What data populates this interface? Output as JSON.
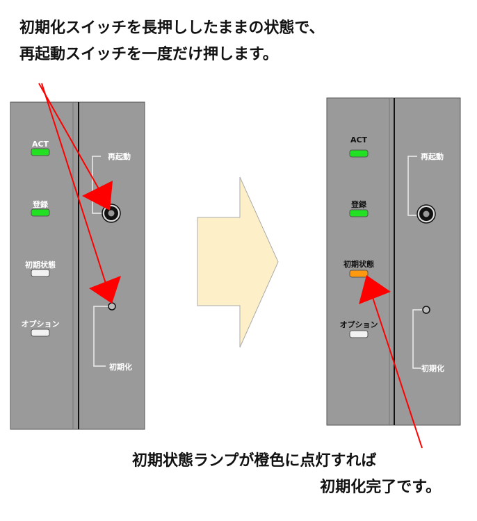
{
  "instructions": {
    "line1": "初期化スイッチを長押ししたままの状態で、",
    "line2": "再起動スイッチを一度だけ押します。"
  },
  "result": {
    "line1": "初期状態ランプが橙色に点灯すれば",
    "line2": "初期化完了です。"
  },
  "panel": {
    "leds": [
      "ACT",
      "登録",
      "初期状態",
      "オプション"
    ],
    "reboot_label": "再起動",
    "init_label": "初期化"
  },
  "colors": {
    "panel": "#9a9a9a",
    "led_green": "#22e022",
    "led_off": "#f2f2f2",
    "led_orange": "#ff9a10",
    "arrow_red": "#ff0000",
    "big_arrow": "#fdf0c8"
  }
}
